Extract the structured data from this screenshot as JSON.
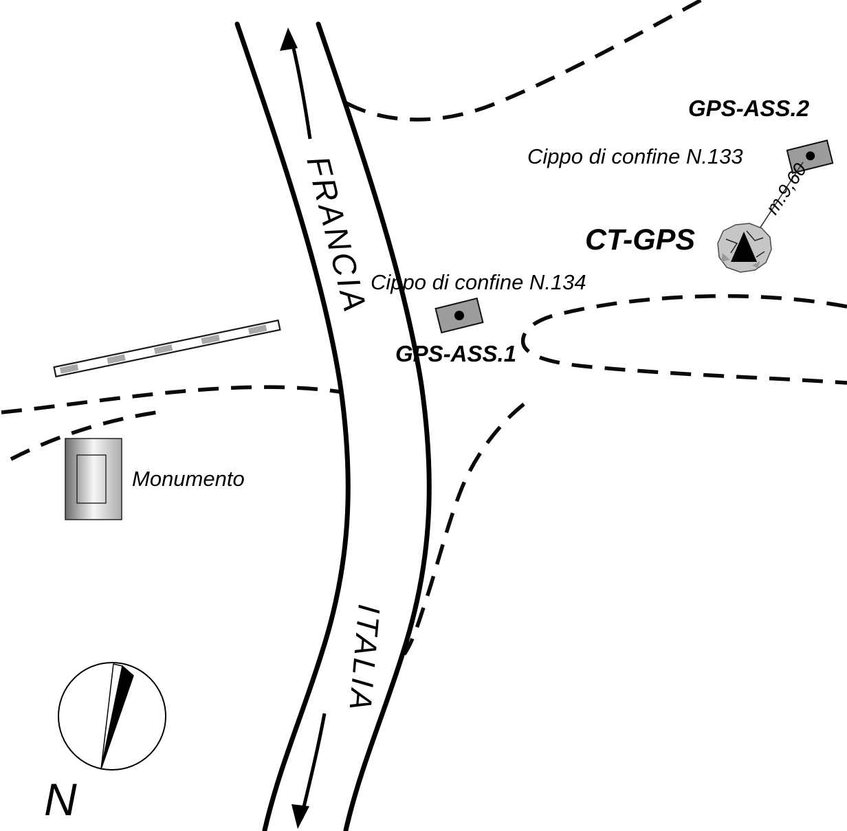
{
  "map": {
    "regions": {
      "top": "FRANCIA",
      "bottom": "ITALIA"
    },
    "monument": {
      "label": "Monumento"
    },
    "compass": {
      "north_label": "N"
    },
    "survey_points": {
      "gps_ass_2": {
        "name": "GPS-ASS.2",
        "description": "Cippo di confine N.133"
      },
      "gps_ass_1": {
        "name": "GPS-ASS.1",
        "description": "Cippo di confine N.134"
      },
      "ct_gps": {
        "name": "CT-GPS"
      }
    },
    "measurements": {
      "ct_gps_to_ass2": "m.9,60"
    },
    "colors": {
      "marker_fill": "#9c9c9c",
      "rock_fill": "#c6c6c6",
      "fence_block": "#a8a8a8",
      "ink": "#000000"
    }
  }
}
